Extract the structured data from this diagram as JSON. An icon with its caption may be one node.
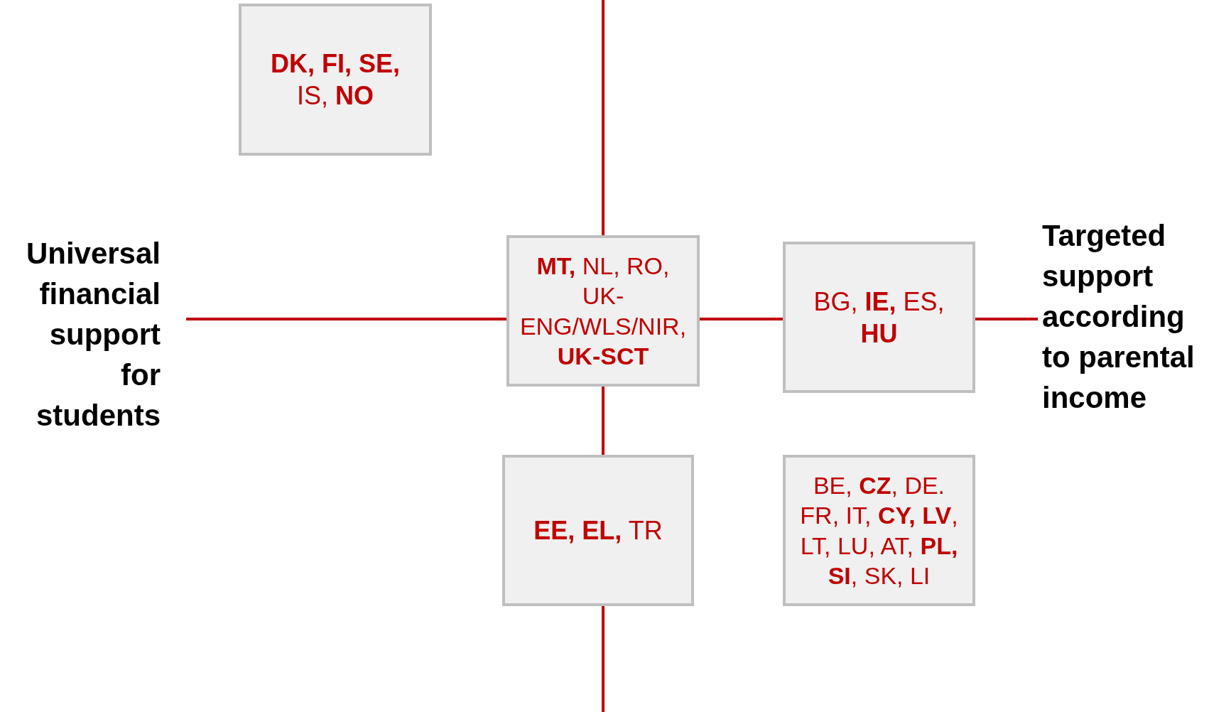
{
  "diagram": {
    "nodes": [
      {
        "text": [
          "**DK, FI, SE,** IS, **NO**"
        ]
      },
      {
        "text": [
          "**MT,** NL, RO, UK-ENG/WLS/NIR, **UK-SCT**"
        ]
      },
      {
        "text": [
          "BG, **IE,** ES, **HU**"
        ]
      },
      {
        "text": [
          "**EE, EL,** TR"
        ]
      },
      {
        "text": [
          "BE, **CZ**, DE. FR, IT, **CY, LV**, LT, LU, AT, **PL,** **SI**, SK, LI"
        ]
      }
    ],
    "labels": [
      "Universal financial support for students",
      "Targeted support according to parental income"
    ]
  }
}
